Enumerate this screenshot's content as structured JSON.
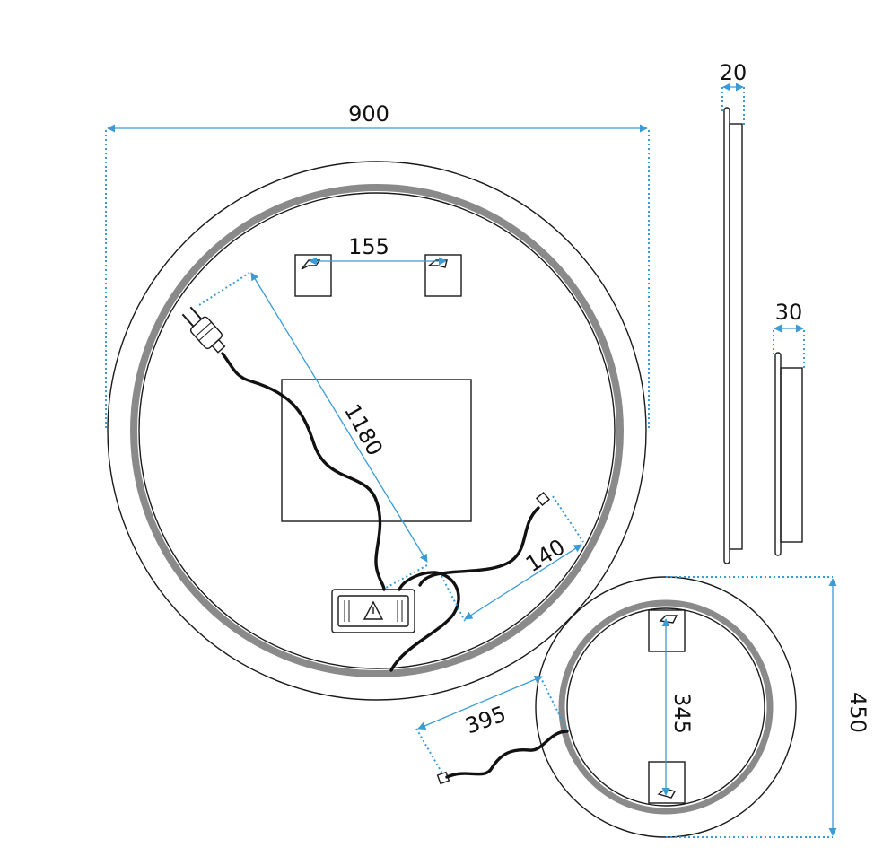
{
  "colors": {
    "dimension": "#3a9bd5",
    "outline": "#1a1a1a",
    "led_ring": "#8a8a8a",
    "cable": "#111111",
    "background": "#ffffff"
  },
  "dimensions": {
    "width_large": "900",
    "hanger_spacing_large": "155",
    "cable_length_plug": "1180",
    "cable_length_short": "140",
    "side_depth_large": "20",
    "side_depth_small": "30",
    "diameter_small": "450",
    "hanger_spacing_small": "345",
    "cable_length_small": "395"
  },
  "icons": {
    "plug": "plug-icon",
    "switch_box": "switch-box-icon",
    "warning": "warning-triangle-icon"
  }
}
